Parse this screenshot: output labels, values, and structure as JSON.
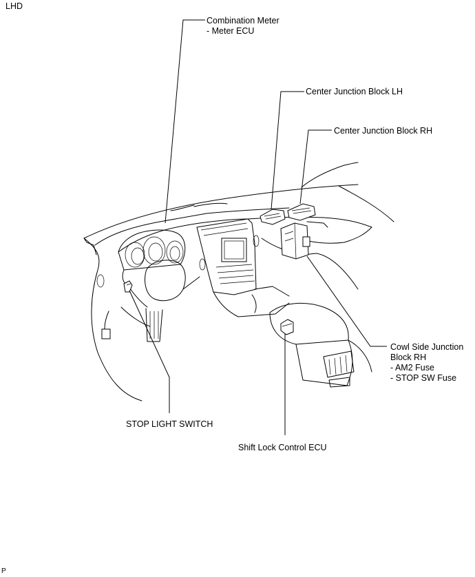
{
  "header": {
    "region": "LHD"
  },
  "footer": {
    "code": "P"
  },
  "callouts": {
    "combination_meter": {
      "lines": [
        "Combination Meter",
        "- Meter ECU"
      ]
    },
    "center_jb_lh": {
      "lines": [
        "Center Junction Block LH"
      ]
    },
    "center_jb_rh": {
      "lines": [
        "Center Junction Block RH"
      ]
    },
    "cowl_side_jb_rh": {
      "lines": [
        "Cowl Side Junction",
        "Block RH",
        "- AM2 Fuse",
        "- STOP SW Fuse"
      ]
    },
    "stop_light_switch": {
      "lines": [
        "STOP LIGHT SWITCH"
      ]
    },
    "shift_lock_ecu": {
      "lines": [
        "Shift Lock Control ECU"
      ]
    }
  }
}
